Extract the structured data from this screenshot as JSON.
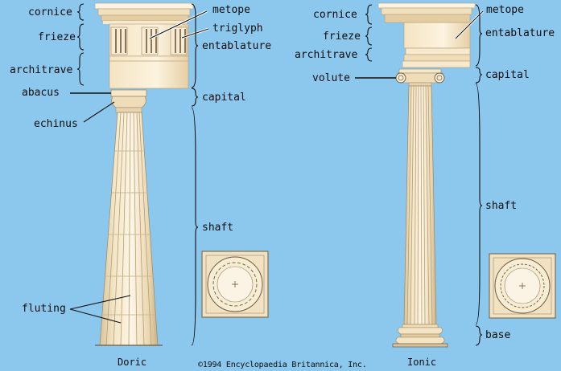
{
  "doric": {
    "cornice": "cornice",
    "frieze": "frieze",
    "architrave": "architrave",
    "abacus": "abacus",
    "echinus": "echinus",
    "metope": "metope",
    "triglyph": "triglyph",
    "entablature": "entablature",
    "capital": "capital",
    "shaft": "shaft",
    "fluting": "fluting",
    "caption": "Doric"
  },
  "ionic": {
    "cornice": "cornice",
    "frieze": "frieze",
    "architrave": "architrave",
    "volute": "volute",
    "metope": "metope",
    "entablature": "entablature",
    "capital": "capital",
    "shaft": "shaft",
    "base": "base",
    "caption": "Ionic"
  },
  "credit": "©1994 Encyclopaedia Britannica, Inc.",
  "colors": {
    "background": "#8cc8ee",
    "stone_light": "#fbf1dc",
    "stone_mid": "#efdcb8",
    "stone_shadow": "#cdb58c",
    "line": "#1a1a1a"
  }
}
